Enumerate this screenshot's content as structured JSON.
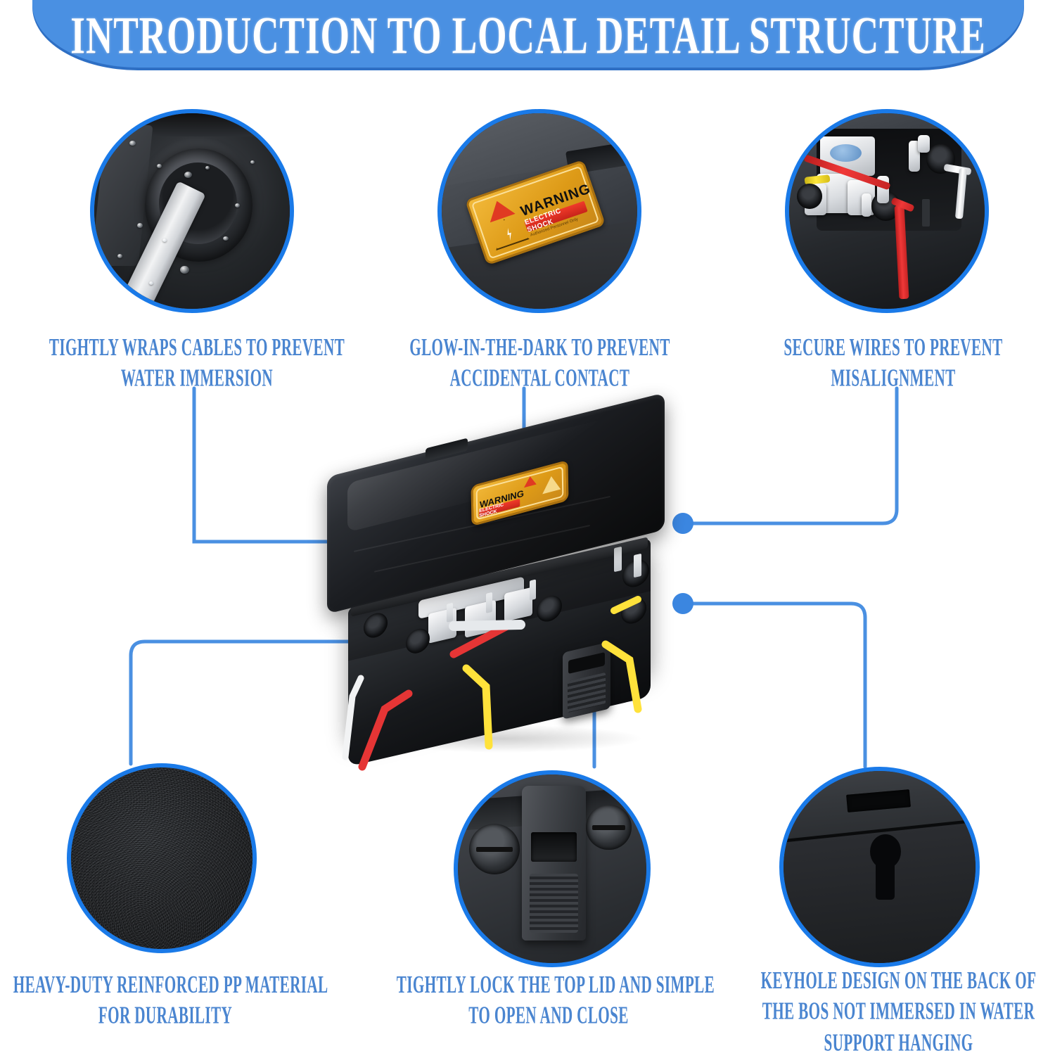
{
  "header": {
    "title": "INTRODUCTION TO LOCAL DETAIL STRUCTURE",
    "banner_color": "#4a90e2",
    "title_color": "#ffffff"
  },
  "theme": {
    "accent_blue": "#1a7ae8",
    "line_blue": "#4a90e2",
    "caption_blue": "#4a85d0",
    "dot_blue": "#3b86e0",
    "body_black": "#1b1d20",
    "wire_red": "#e53535",
    "wire_yellow": "#ffe23b",
    "wire_white": "#f2f3f4",
    "label_yellow": "#e4a421"
  },
  "callouts": [
    {
      "id": "cable-gland",
      "position": "top-left",
      "caption_lines": [
        "TIGHTLY WRAPS CABLES TO PREVENT",
        "WATER IMMERSION"
      ],
      "photo": "cable-gland-with-water-droplets"
    },
    {
      "id": "glow-warning-label",
      "position": "top-center",
      "caption_lines": [
        "GLOW-IN-THE-DARK TO PREVENT",
        "ACCIDENTAL CONTACT"
      ],
      "photo": "warning-label-on-lid"
    },
    {
      "id": "wire-securing",
      "position": "top-right",
      "caption_lines": [
        "SECURE WIRES TO PREVENT",
        "MISALIGNMENT"
      ],
      "photo": "interior-connectors-and-wires"
    },
    {
      "id": "pp-material",
      "position": "bottom-left",
      "caption_lines": [
        "HEAVY-DUTY REINFORCED PP MATERIAL",
        "FOR DURABILITY"
      ],
      "photo": "textured-pp-surface"
    },
    {
      "id": "lid-latch",
      "position": "bottom-center",
      "caption_lines": [
        "TIGHTLY LOCK THE TOP LID AND SIMPLE",
        "TO OPEN AND CLOSE"
      ],
      "photo": "latch-buckle-closeup"
    },
    {
      "id": "keyhole-mount",
      "position": "bottom-right",
      "caption_lines": [
        "KEYHOLE DESIGN ON THE BACK OF",
        "THE BOS NOT IMMERSED IN WATER",
        "SUPPORT HANGING"
      ],
      "photo": "keyhole-slot-on-back-panel"
    }
  ],
  "product": {
    "name": "waterproof-electrical-junction-box",
    "warning_label": {
      "heading": "WARNING",
      "hazard": "ELECTRIC SHOCK",
      "subtext": "Authorized Personnel Only",
      "heading_color": "#111111",
      "hazard_bg": "#d8261c",
      "label_bg": "#e4a421"
    },
    "wires": [
      "red",
      "yellow",
      "white"
    ]
  }
}
